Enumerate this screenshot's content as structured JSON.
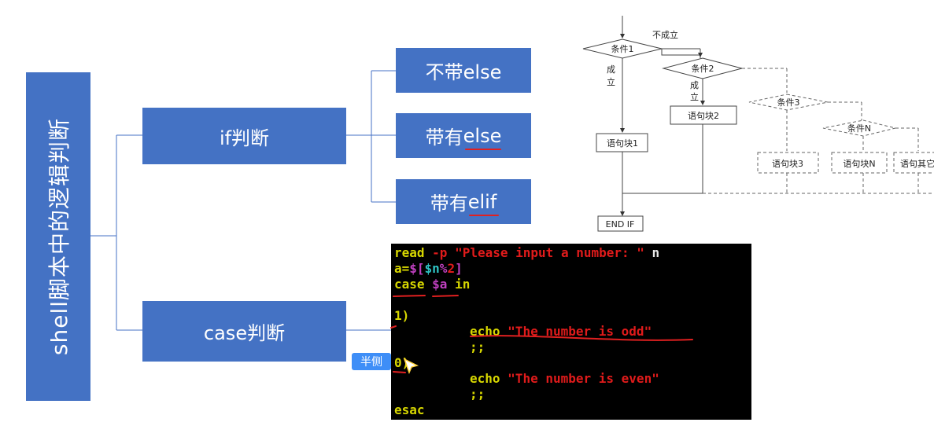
{
  "mindmap": {
    "root": "shell脚本中的逻辑判断",
    "if_node": "if判断",
    "case_node": "case判断",
    "if_children": [
      {
        "prefix": "不带else",
        "suffix": ""
      },
      {
        "prefix": "带有",
        "suffix": "else"
      },
      {
        "prefix": "带有",
        "suffix": "elif"
      }
    ]
  },
  "flowchart": {
    "cond1": "条件1",
    "cond2": "条件2",
    "cond3": "条件3",
    "condN": "条件N",
    "not_met": "不成立",
    "met_char1": "成",
    "met_char2": "立",
    "block1": "语句块1",
    "block2": "语句块2",
    "block3": "语句块3",
    "blockN": "语句块N",
    "block_other": "语句其它",
    "end": "END IF"
  },
  "terminal": {
    "l1_cmd": "read",
    "l1_flag": "-p",
    "l1_str": "\"Please input a number: \"",
    "l1_var": "n",
    "l2_a": "a=",
    "l2_expr_open": "$[",
    "l2_expr_var": "$n",
    "l2_expr_mod": "%",
    "l2_expr_num": "2",
    "l2_expr_close": "]",
    "l3_case": "case",
    "l3_var": "$a",
    "l3_in": "in",
    "l4": "1)",
    "l5_echo": "echo",
    "l5_str": "\"The number is odd\"",
    "l6": ";;",
    "l7": "0)",
    "l8_echo": "echo",
    "l8_str": "\"The number is even\"",
    "l9": ";;",
    "l10": "esac"
  },
  "tooltip": "半侧",
  "colors": {
    "box_blue": "#4472c4",
    "annotation_red": "#e02020",
    "tooltip_blue": "#3e8ef7"
  }
}
